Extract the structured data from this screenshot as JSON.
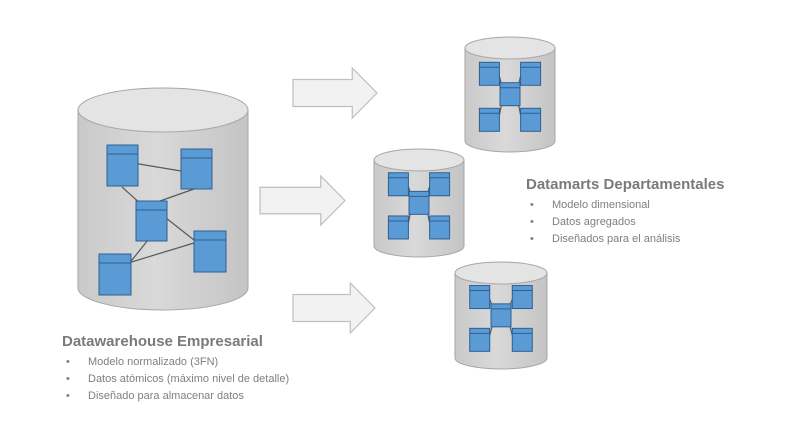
{
  "warehouse": {
    "title": "Datawarehouse Empresarial",
    "bullets": [
      "Modelo normalizado  (3FN)",
      "Datos atómicos (máximo nivel de detalle)",
      "Diseñado para almacenar datos"
    ]
  },
  "datamarts": {
    "title": "Datamarts Departamentales",
    "bullets": [
      "Modelo dimensional",
      "Datos agregados",
      "Diseñados  para el análisis"
    ]
  },
  "bullet_glyph": "•",
  "colors": {
    "cylinder_fill": "#d9d9d9",
    "cylinder_top": "#e4e4e4",
    "cylinder_stroke": "#a6a6a6",
    "table_fill": "#5b9bd5",
    "table_stroke": "#2f5f8f",
    "arrow_fill": "#f2f2f2",
    "arrow_stroke": "#bfbfbf",
    "text": "#7f7f7f"
  }
}
